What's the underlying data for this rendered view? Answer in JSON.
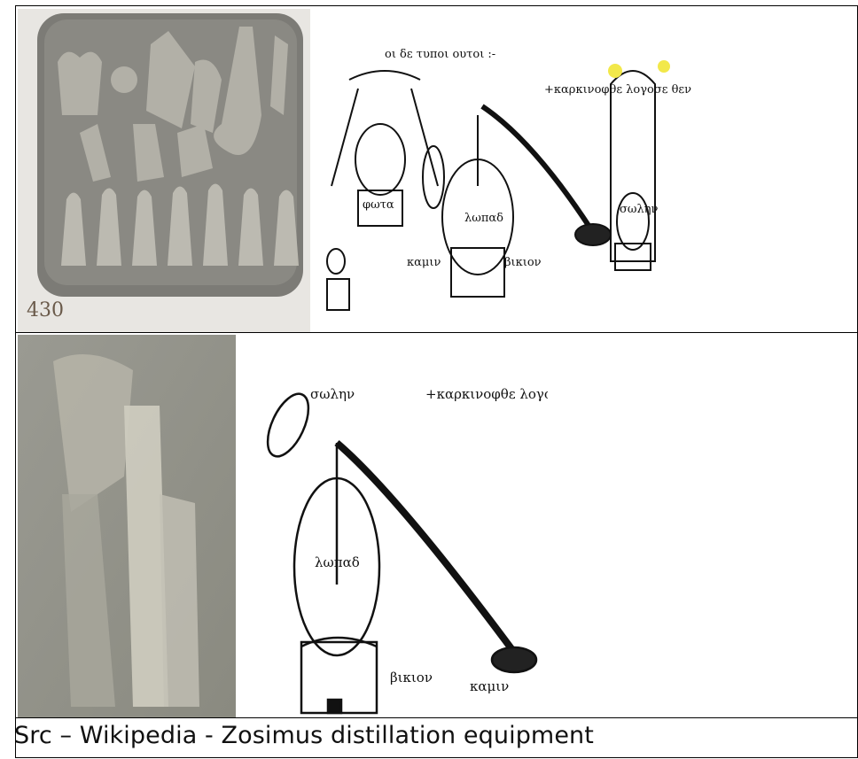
{
  "seal": {
    "number": "430"
  },
  "manuscript": {
    "title": "οι δε τυποι ουτοι :-",
    "label_lopas": "λωπαδ",
    "label_kamin": "καμιν",
    "label_solen": "σωλην",
    "label_bikion": "βικιον",
    "label_phota": "φωτα",
    "label_top_right": "+καρκινοφθε λογοσε θεν"
  },
  "caption": {
    "text": "Src – Wikipedia - Zosimus distillation equipment"
  }
}
